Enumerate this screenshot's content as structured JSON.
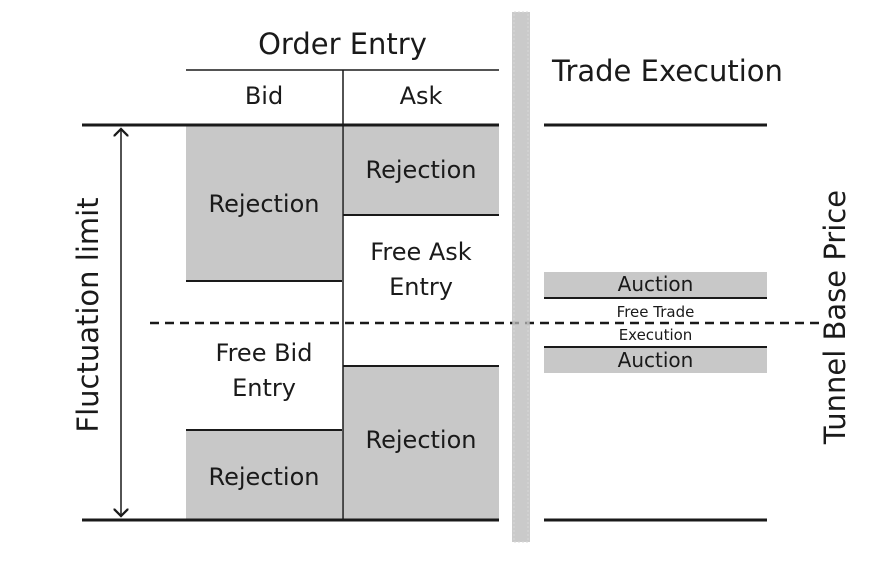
{
  "order_entry": {
    "title": "Order Entry",
    "bid_header": "Bid",
    "ask_header": "Ask",
    "bid_zones": {
      "top": "Rejection",
      "middle_line1": "Free Bid",
      "middle_line2": "Entry",
      "bottom": "Rejection"
    },
    "ask_zones": {
      "top": "Rejection",
      "middle_line1": "Free Ask",
      "middle_line2": "Entry",
      "bottom": "Rejection"
    }
  },
  "trade_execution": {
    "title": "Trade Execution",
    "upper_auction": "Auction",
    "free_trade_line1": "Free Trade",
    "free_trade_line2": "Execution",
    "lower_auction": "Auction"
  },
  "fluctuation_label": "Fluctuation limit",
  "tunnel_label": "Tunnel Base Price",
  "colors": {
    "rejection_fill": "#c8c8c8",
    "line": "#1a1a1a",
    "separator": "#b0b0b0"
  }
}
